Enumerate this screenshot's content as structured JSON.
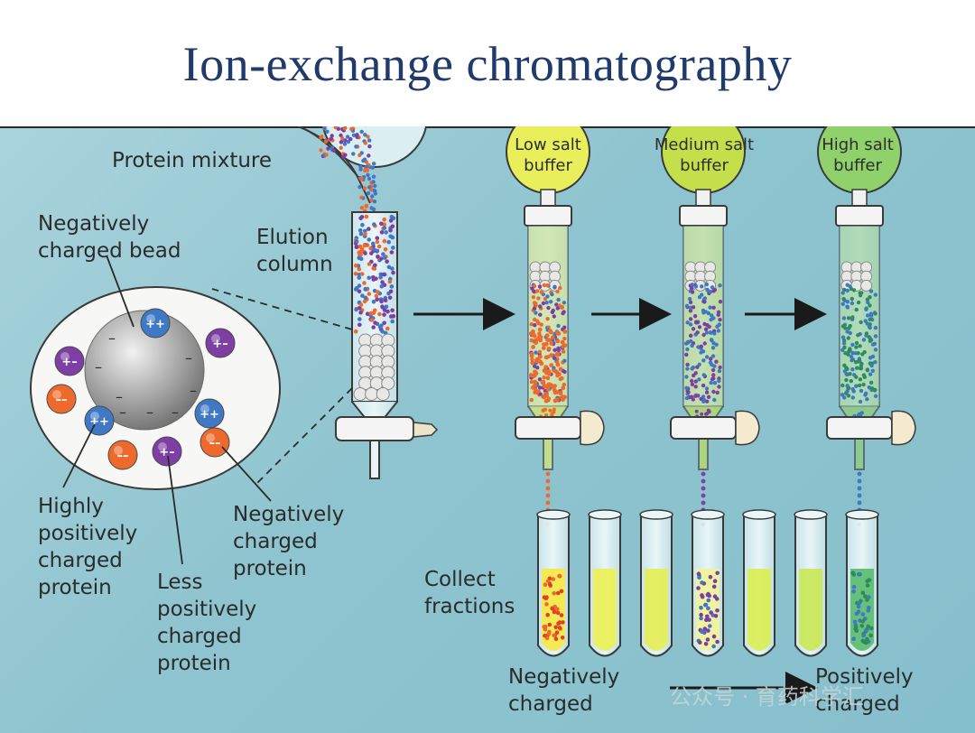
{
  "title": "Ion-exchange chromatography",
  "labels": {
    "protein_mixture": "Protein mixture",
    "negatively_charged_bead": "Negatively charged bead",
    "elution_column": "Elution column",
    "highly_positive": "Highly positively charged protein",
    "less_positive": "Less positively charged protein",
    "negative_protein": "Negatively charged protein",
    "collect_fractions": "Collect fractions",
    "negatively_charged": "Negatively charged",
    "positively_charged": "Positively charged"
  },
  "buffers": [
    {
      "label": "Low salt buffer",
      "color": "#e9ef5a"
    },
    {
      "label": "Medium salt buffer",
      "color": "#c3e04a"
    },
    {
      "label": "High salt buffer",
      "color": "#8fd16a"
    }
  ],
  "watermark": "公众号 · 育药科学汇",
  "colors": {
    "title": "#1f3a6b",
    "positive_protein": "#3f78c4",
    "less_positive_protein": "#7d3fa3",
    "negative_protein": "#ee6a2c",
    "bead": "#9a9a9a"
  }
}
